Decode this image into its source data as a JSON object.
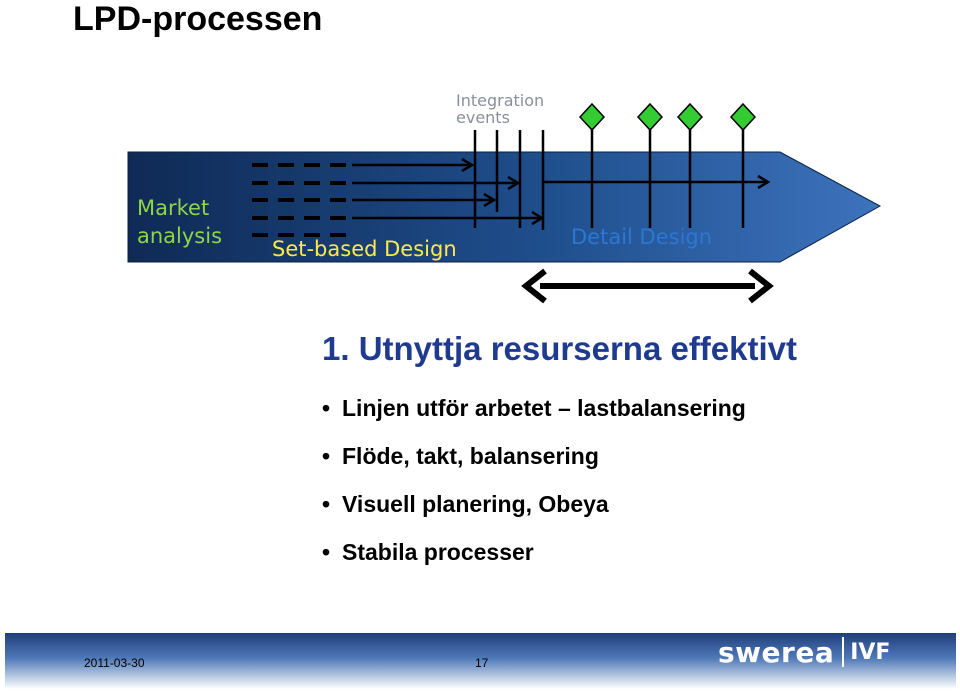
{
  "slide": {
    "title": "LPD-processen",
    "heading": "1. Utnyttja resurserna effektivt",
    "bullets": [
      "Linjen utför arbetet – lastbalansering",
      "Flöde, takt, balansering",
      "Visuell planering, Obeya",
      "Stabila processer"
    ]
  },
  "diagram": {
    "integration_label_1": "Integration",
    "integration_label_2": "events",
    "market_label_1": "Market",
    "market_label_2": "analysis",
    "setbased_label": "Set-based Design",
    "detail_label": "Detail Design",
    "integration_event_count": 4
  },
  "footer": {
    "date": "2011-03-30",
    "page": "17",
    "logo_main": "swerea",
    "logo_sub": "IVF"
  },
  "colors": {
    "heading": "#1f3b8f",
    "band_dark": "#0f2a55",
    "band_light": "#3d73bd",
    "label_green": "#8fd44a",
    "label_yellow": "#ffe94a",
    "label_blue": "#2b78d4",
    "diamond": "#33cc33",
    "footer_band": "#1f3f7a"
  }
}
